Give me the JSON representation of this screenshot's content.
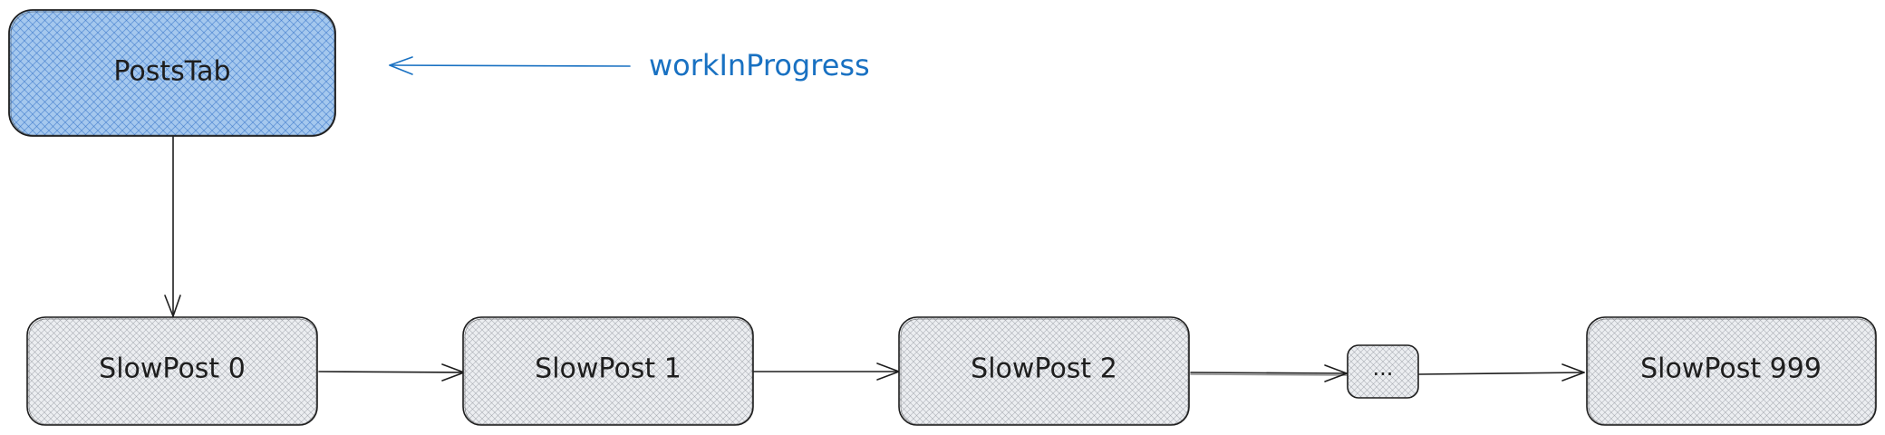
{
  "colors": {
    "canvas": "#ffffff",
    "stroke": "#1e1e1e",
    "root_fill": "#a5c8ee",
    "root_hatch": "#2f6fc6",
    "node_fill": "#eceef1",
    "node_hatch": "#9aa0a6",
    "annotation": "#1971c2"
  },
  "nodes": {
    "root": {
      "label": "PostsTab"
    },
    "post0": {
      "label": "SlowPost 0"
    },
    "post1": {
      "label": "SlowPost 1"
    },
    "post2": {
      "label": "SlowPost 2"
    },
    "ellipsis": {
      "label": "..."
    },
    "post999": {
      "label": "SlowPost 999"
    }
  },
  "annotation": {
    "label": "workInProgress"
  }
}
